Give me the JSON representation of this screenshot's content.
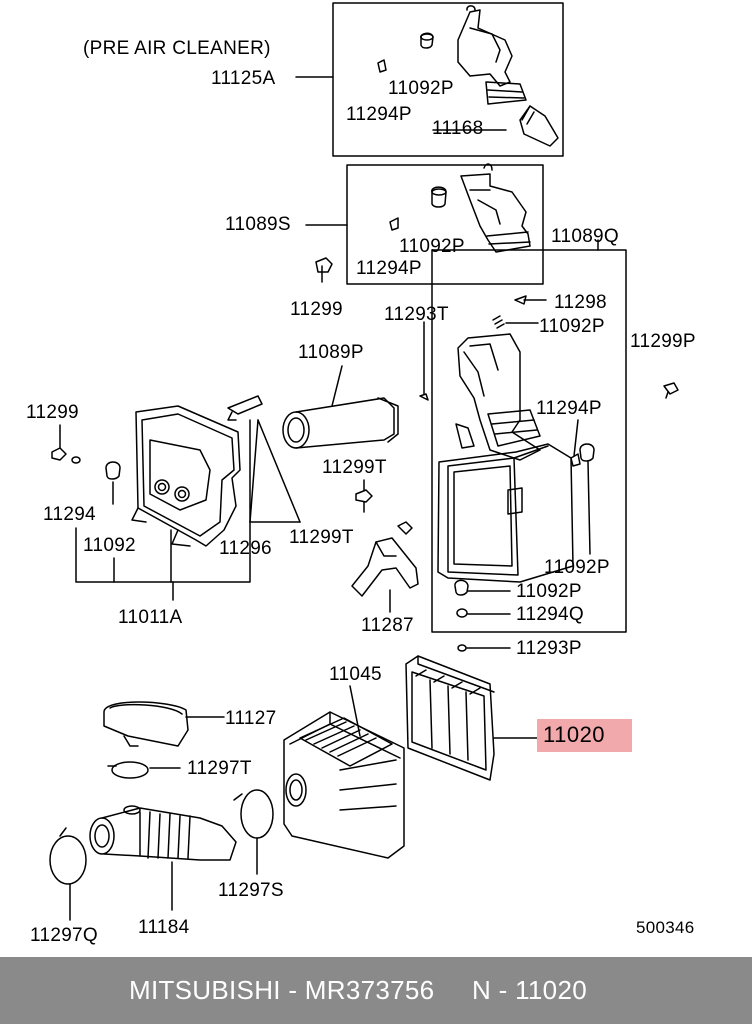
{
  "diagram": {
    "pre_air_cleaner_note": "(PRE AIR CLEANER)",
    "labels": {
      "p11125A": "11125A",
      "p11092P_a": "11092P",
      "p11294P_a": "11294P",
      "p11168": "11168",
      "p11089S": "11089S",
      "p11092P_b": "11092P",
      "p11294P_b": "11294P",
      "p11089Q": "11089Q",
      "p11299_a": "11299",
      "p11293T": "11293T",
      "p11298": "11298",
      "p11092P_c": "11092P",
      "p11299P": "11299P",
      "p11089P": "11089P",
      "p11294P_c": "11294P",
      "p11299_b": "11299",
      "p11299T_a": "11299T",
      "p11294": "11294",
      "p11092": "11092",
      "p11296": "11296",
      "p11299T_b": "11299T",
      "p11092P_d": "11092P",
      "p11092P_e": "11092P",
      "p11011A": "11011A",
      "p11294Q": "11294Q",
      "p11287": "11287",
      "p11293P": "11293P",
      "p11045": "11045",
      "p11127": "11127",
      "p11020": "11020",
      "p11297T": "11297T",
      "p11297S": "11297S",
      "p11297Q": "11297Q",
      "p11184": "11184"
    },
    "diagram_number": "500346",
    "highlight_color": "#f1a9ab"
  },
  "footer": {
    "text": "MITSUBISHI - MR373756     N - 11020",
    "background": "#8a8a8a"
  }
}
